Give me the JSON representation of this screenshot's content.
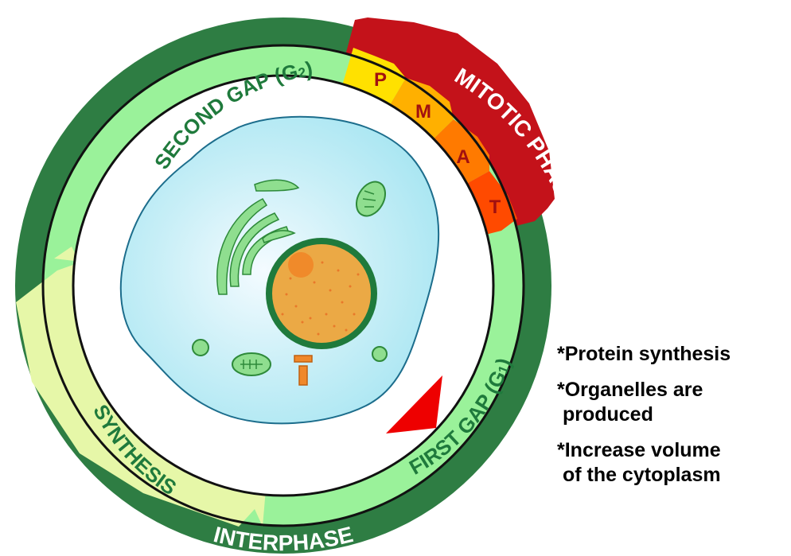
{
  "ring": {
    "interphase_label": "INTERPHASE",
    "mitotic_label": "MITOTIC PHASE",
    "g2_label": "SECOND GAP (G",
    "g2_sub": "2",
    "g2_close": ")",
    "synthesis_label": "SYNTHESIS",
    "g1_label": "FIRST GAP (G",
    "g1_sub": "1",
    "g1_close": ")",
    "mitosis_stages": [
      "P",
      "M",
      "A",
      "T"
    ]
  },
  "notes": [
    "*Protein synthesis",
    "*Organelles are\n produced",
    "*Increase volume\n of the cytoplasm"
  ],
  "colors": {
    "interphase_ring": "#2e7d43",
    "mitotic_ring": "#c4121a",
    "g2_band": "#9af29a",
    "g1_band": "#9af29a",
    "synthesis_band": "#e6f7a8",
    "stage_p": "#ffe100",
    "stage_m": "#ffb000",
    "stage_a": "#ff7a00",
    "stage_t": "#ff4a00",
    "arrow": "#ee0000",
    "cytoplasm": "#a9e6f2",
    "nucleus": "#eba945",
    "nucleus_border": "#1f7a3c",
    "organelle": "#8fde8f",
    "band_text": "#1f7a3c"
  }
}
